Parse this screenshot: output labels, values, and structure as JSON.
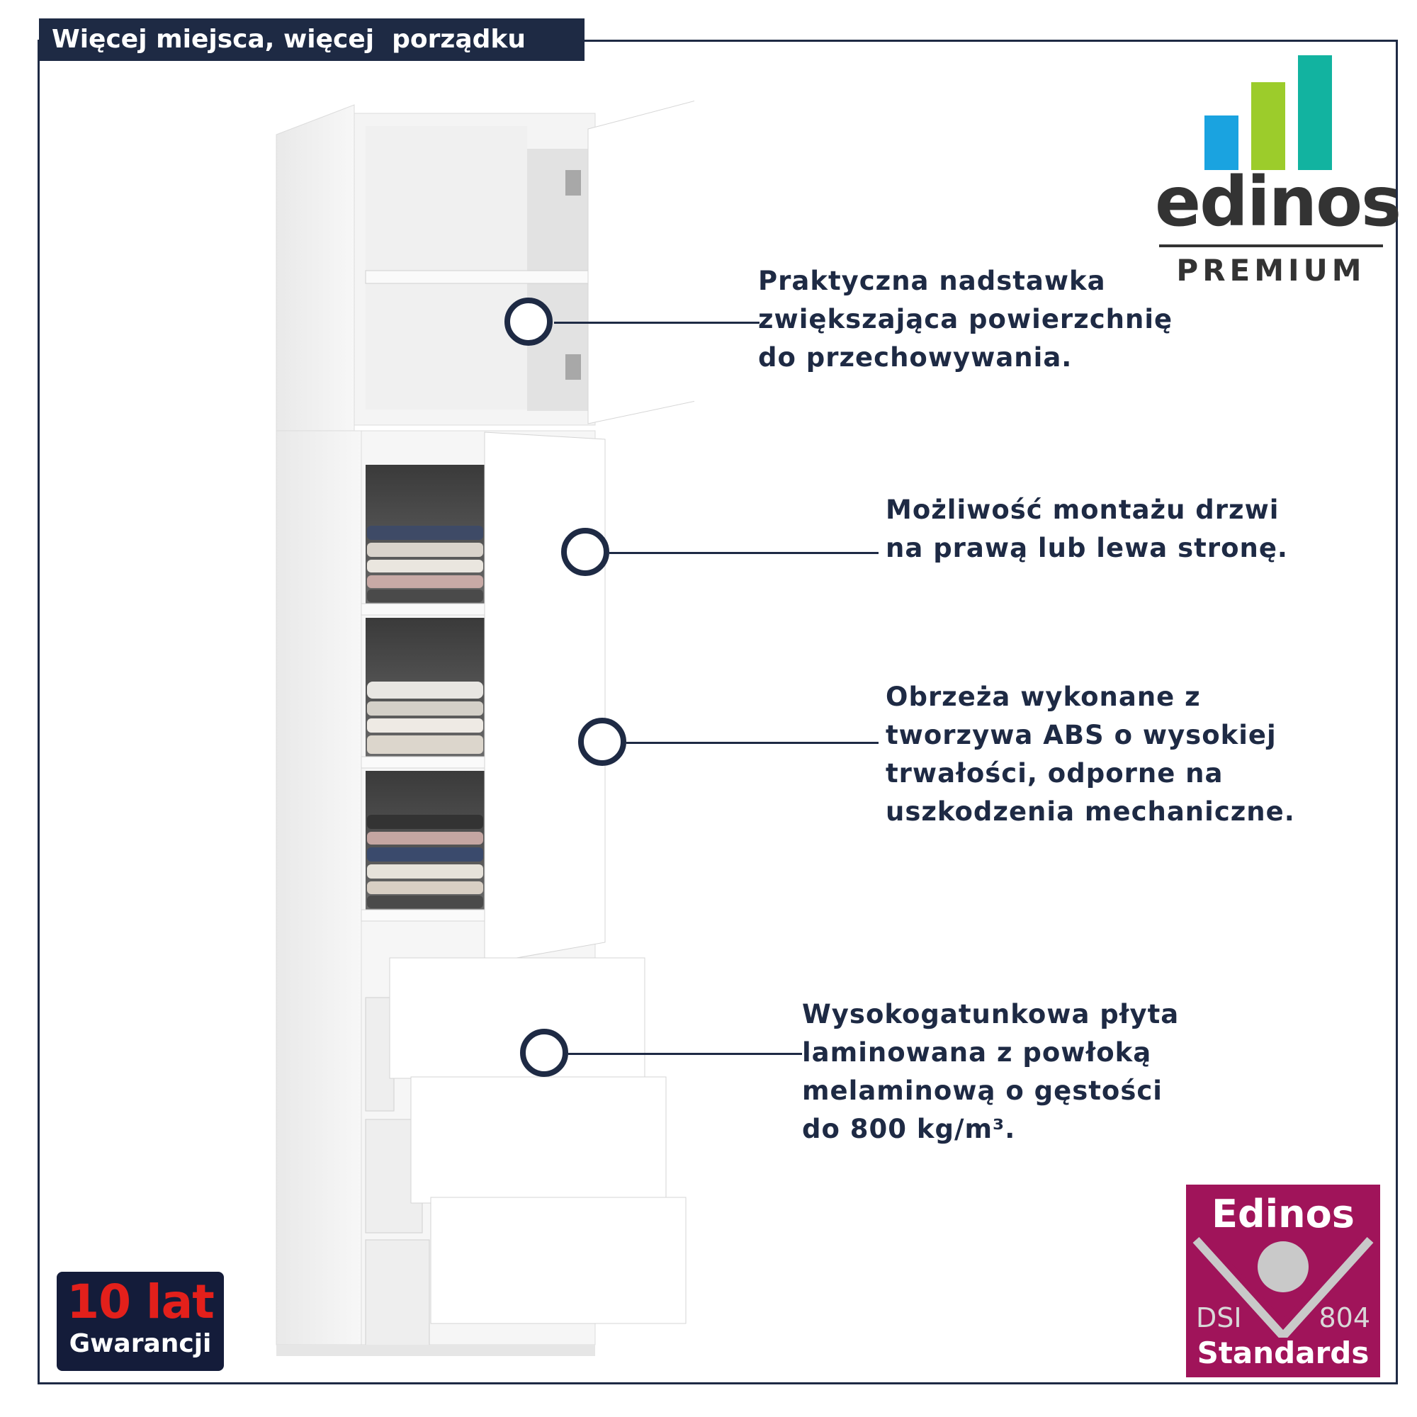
{
  "header": {
    "title": "Więcej miejsca, więcej  porządku"
  },
  "logo": {
    "name": "edinos",
    "tagline": "PREMIUM",
    "bar_colors": [
      "#1aa3e0",
      "#9ccc2b",
      "#12b3a0"
    ]
  },
  "features": [
    {
      "text": "Praktyczna nadstawka\nzwiększająca powierzchnię\ndo przechowywania."
    },
    {
      "text": "Możliwość montażu drzwi\nna prawą lub lewa stronę."
    },
    {
      "text": "Obrzeża wykonane z\ntworzywa ABS o wysokiej\ntrwałości, odporne na\nuszkodzenia mechaniczne."
    },
    {
      "text": "Wysokogatunkowa płyta\nlaminowana z powłoką\nmelaminową o gęstości\ndo 800 kg/m³."
    }
  ],
  "warranty": {
    "years": "10 lat",
    "label": "Gwarancji"
  },
  "standards_badge": {
    "brand": "Edinos",
    "code_left": "DSI",
    "code_right": "804",
    "label": "Standards",
    "color": "#a0145a"
  },
  "colors": {
    "navy": "#1e2a44",
    "warranty_red": "#e3201b"
  }
}
